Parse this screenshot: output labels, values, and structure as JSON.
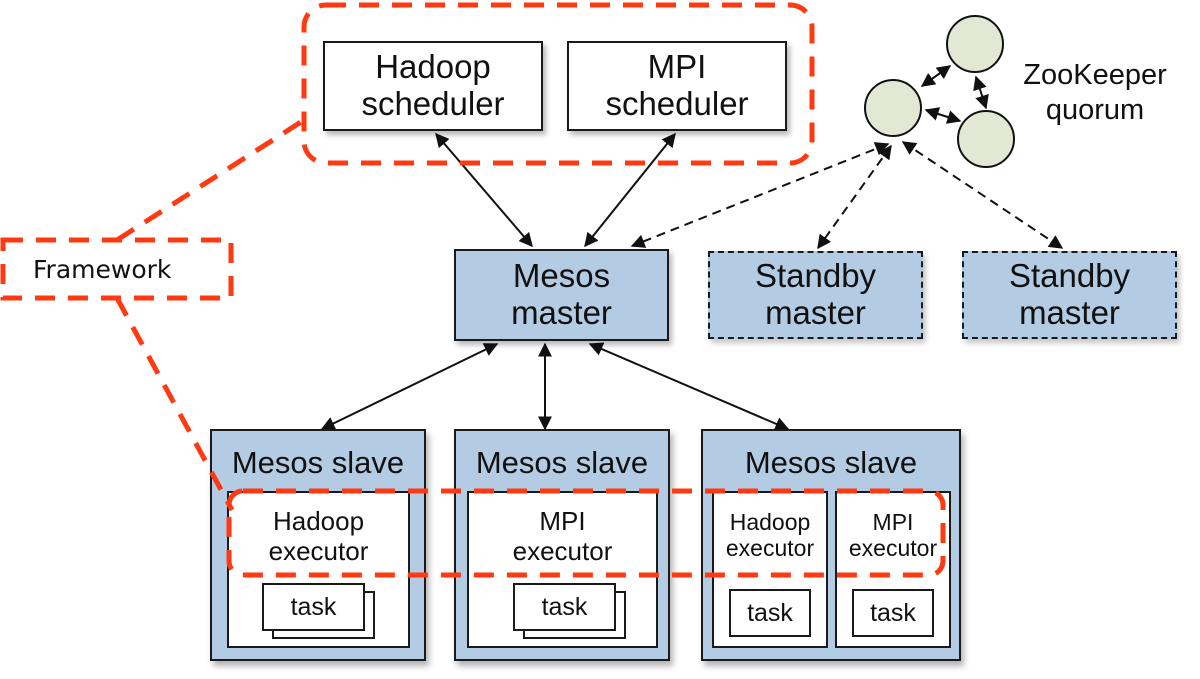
{
  "diagram": {
    "title": "Mesos architecture",
    "frameworks": {
      "label": "Framework",
      "highlight_color": "#ff3a12"
    },
    "schedulers": [
      {
        "line1": "Hadoop",
        "line2": "scheduler"
      },
      {
        "line1": "MPI",
        "line2": "scheduler"
      }
    ],
    "zookeeper": {
      "line1": "ZooKeeper",
      "line2": "quorum",
      "node_count": 3,
      "node_color": "#e2e8d4"
    },
    "master": {
      "line1": "Mesos",
      "line2": "master",
      "color": "#b3cbe3"
    },
    "standby_masters": [
      {
        "line1": "Standby",
        "line2": "master"
      },
      {
        "line1": "Standby",
        "line2": "master"
      }
    ],
    "slaves": [
      {
        "title": "Mesos slave",
        "executors": [
          {
            "line1": "Hadoop",
            "line2": "executor",
            "task": "task",
            "stacked": true
          }
        ]
      },
      {
        "title": "Mesos slave",
        "executors": [
          {
            "line1": "MPI",
            "line2": "executor",
            "task": "task",
            "stacked": true
          }
        ]
      },
      {
        "title": "Mesos slave",
        "executors": [
          {
            "line1": "Hadoop",
            "line2": "executor",
            "task": "task",
            "stacked": false
          },
          {
            "line1": "MPI",
            "line2": "executor",
            "task": "task",
            "stacked": false
          }
        ]
      }
    ],
    "edges": [
      {
        "from": "hadoop-scheduler",
        "to": "mesos-master",
        "style": "solid",
        "direction": "both"
      },
      {
        "from": "mpi-scheduler",
        "to": "mesos-master",
        "style": "solid",
        "direction": "both"
      },
      {
        "from": "zookeeper",
        "to": "mesos-master",
        "style": "dashed",
        "direction": "both"
      },
      {
        "from": "zookeeper",
        "to": "standby-master-1",
        "style": "dashed",
        "direction": "both"
      },
      {
        "from": "zookeeper",
        "to": "standby-master-2",
        "style": "dashed",
        "direction": "both"
      },
      {
        "from": "mesos-master",
        "to": "mesos-slave-1",
        "style": "solid",
        "direction": "both"
      },
      {
        "from": "mesos-master",
        "to": "mesos-slave-2",
        "style": "solid",
        "direction": "both"
      },
      {
        "from": "mesos-master",
        "to": "mesos-slave-3",
        "style": "solid",
        "direction": "both"
      }
    ]
  }
}
